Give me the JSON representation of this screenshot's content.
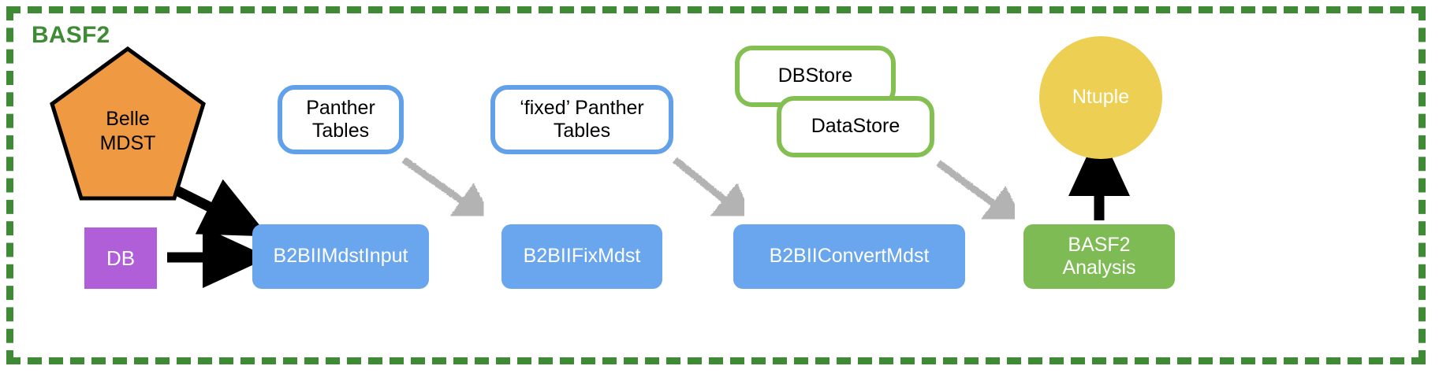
{
  "frame": {
    "title": "BASF2",
    "border_color": "#3f8b35",
    "border_style": "dashed"
  },
  "nodes": {
    "belle_mdst": {
      "label_line1": "Belle",
      "label_line2": "MDST",
      "shape": "pentagon",
      "fill": "#ef9a42",
      "stroke": "#000000",
      "text_color": "#000000"
    },
    "db": {
      "label": "DB",
      "shape": "rectangle",
      "fill": "#b05fd8",
      "text_color": "#ffffff"
    },
    "panther_tables": {
      "label_line1": "Panther",
      "label_line2": "Tables",
      "shape": "rounded-rect-outline",
      "stroke": "#62a0ea",
      "fill": "#ffffff",
      "text_color": "#000000"
    },
    "fixed_panther_tables": {
      "label_line1": "‘fixed’ Panther",
      "label_line2": "Tables",
      "shape": "rounded-rect-outline",
      "stroke": "#62a0ea",
      "fill": "#ffffff",
      "text_color": "#000000"
    },
    "dbstore": {
      "label": "DBStore",
      "shape": "rounded-rect-outline",
      "stroke": "#84bf51",
      "fill": "#ffffff",
      "text_color": "#000000"
    },
    "datastore": {
      "label": "DataStore",
      "shape": "rounded-rect-outline",
      "stroke": "#84bf51",
      "fill": "#ffffff",
      "text_color": "#000000"
    },
    "ntuple": {
      "label": "Ntuple",
      "shape": "circle",
      "fill": "#edcf53",
      "text_color": "#ffffff"
    },
    "b2bii_mdst_input": {
      "label": "B2BIIMdstInput",
      "shape": "rounded-rect-filled",
      "fill": "#6aa6ee",
      "text_color": "#ffffff"
    },
    "b2bii_fix_mdst": {
      "label": "B2BIIFixMdst",
      "shape": "rounded-rect-filled",
      "fill": "#6aa6ee",
      "text_color": "#ffffff"
    },
    "b2bii_convert_mdst": {
      "label": "B2BIIConvertMdst",
      "shape": "rounded-rect-filled",
      "fill": "#6aa6ee",
      "text_color": "#ffffff"
    },
    "basf2_analysis": {
      "label_line1": "BASF2",
      "label_line2": "Analysis",
      "shape": "rounded-rect-filled",
      "fill": "#7fbb54",
      "text_color": "#ffffff"
    }
  },
  "edges": [
    {
      "id": "belle-to-mdstinput",
      "from": "belle_mdst",
      "to": "b2bii_mdst_input",
      "color": "#000000",
      "style": "solid"
    },
    {
      "id": "db-to-mdstinput",
      "from": "db",
      "to": "b2bii_mdst_input",
      "color": "#000000",
      "style": "solid"
    },
    {
      "id": "mdstinput-to-panther",
      "from": "b2bii_mdst_input",
      "to": "panther_tables",
      "color": "#b3b3b3",
      "style": "solid"
    },
    {
      "id": "panther-to-fixmdst",
      "from": "panther_tables",
      "to": "b2bii_fix_mdst",
      "color": "#b3b3b3",
      "style": "solid"
    },
    {
      "id": "fixmdst-to-fixedpanther",
      "from": "b2bii_fix_mdst",
      "to": "fixed_panther_tables",
      "color": "#b3b3b3",
      "style": "solid"
    },
    {
      "id": "fixedpanther-to-convertmdst",
      "from": "fixed_panther_tables",
      "to": "b2bii_convert_mdst",
      "color": "#b3b3b3",
      "style": "solid"
    },
    {
      "id": "convertmdst-to-datastore",
      "from": "b2bii_convert_mdst",
      "to": "datastore",
      "color": "#b3b3b3",
      "style": "solid"
    },
    {
      "id": "datastore-to-analysis",
      "from": "datastore",
      "to": "basf2_analysis",
      "color": "#b3b3b3",
      "style": "solid"
    },
    {
      "id": "analysis-to-ntuple",
      "from": "basf2_analysis",
      "to": "ntuple",
      "color": "#000000",
      "style": "solid"
    }
  ]
}
